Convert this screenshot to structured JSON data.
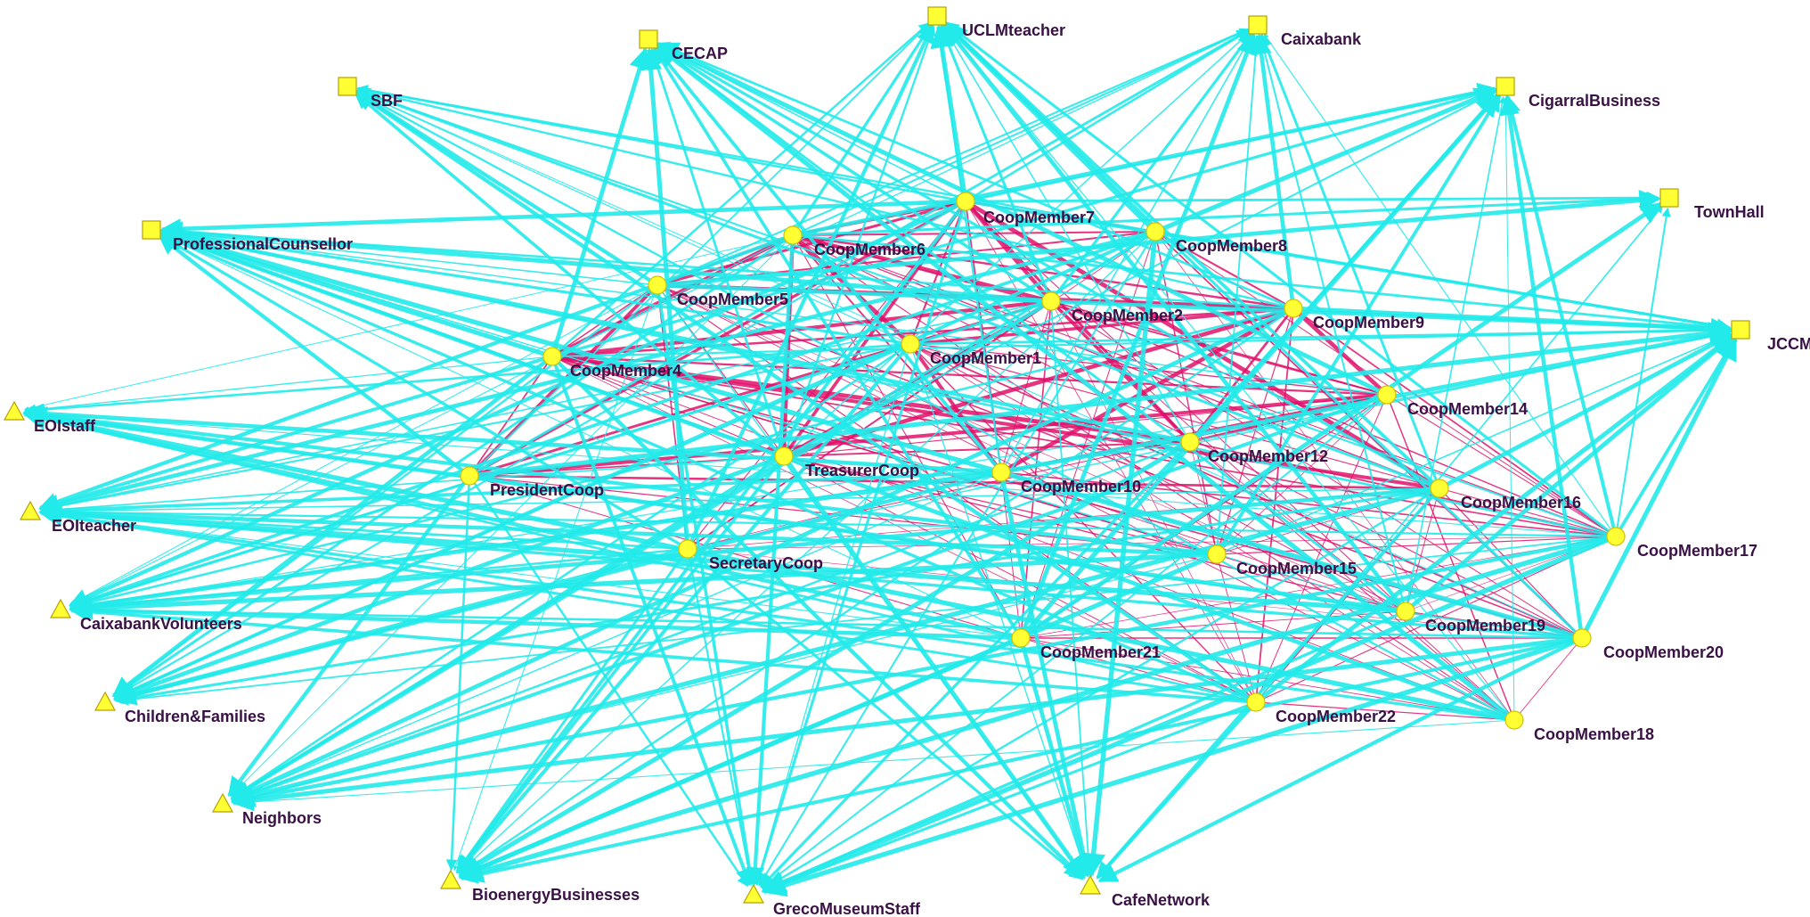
{
  "nodes": [
    {
      "id": "UCLMteacher",
      "label": "UCLMteacher",
      "shape": "square",
      "group": "institution"
    },
    {
      "id": "Caixabank",
      "label": "Caixabank",
      "shape": "square",
      "group": "institution"
    },
    {
      "id": "CECAP",
      "label": "CECAP",
      "shape": "square",
      "group": "institution"
    },
    {
      "id": "SBF",
      "label": "SBF",
      "shape": "square",
      "group": "institution"
    },
    {
      "id": "CigarralBusiness",
      "label": "CigarralBusiness",
      "shape": "square",
      "group": "institution"
    },
    {
      "id": "TownHall",
      "label": "TownHall",
      "shape": "square",
      "group": "institution"
    },
    {
      "id": "ProfessionalCounsellor",
      "label": "ProfessionalCounsellor",
      "shape": "square",
      "group": "institution"
    },
    {
      "id": "JCCM",
      "label": "JCCM",
      "shape": "square",
      "group": "institution"
    },
    {
      "id": "EOIstaff",
      "label": "EOIstaff",
      "shape": "triangle",
      "group": "community"
    },
    {
      "id": "EOIteacher",
      "label": "EOIteacher",
      "shape": "triangle",
      "group": "community"
    },
    {
      "id": "CaixabankVolunteers",
      "label": "CaixabankVolunteers",
      "shape": "triangle",
      "group": "community"
    },
    {
      "id": "Children&Families",
      "label": "Children&Families",
      "shape": "triangle",
      "group": "community"
    },
    {
      "id": "Neighbors",
      "label": "Neighbors",
      "shape": "triangle",
      "group": "community"
    },
    {
      "id": "BioenergyBusinesses",
      "label": "BioenergyBusinesses",
      "shape": "triangle",
      "group": "community"
    },
    {
      "id": "GrecoMuseumStaff",
      "label": "GrecoMuseumStaff",
      "shape": "triangle",
      "group": "community"
    },
    {
      "id": "CafeNetwork",
      "label": "CafeNetwork",
      "shape": "triangle",
      "group": "community"
    },
    {
      "id": "CoopMember7",
      "label": "CoopMember7",
      "shape": "circle",
      "group": "coop"
    },
    {
      "id": "CoopMember6",
      "label": "CoopMember6",
      "shape": "circle",
      "group": "coop"
    },
    {
      "id": "CoopMember8",
      "label": "CoopMember8",
      "shape": "circle",
      "group": "coop"
    },
    {
      "id": "CoopMember5",
      "label": "CoopMember5",
      "shape": "circle",
      "group": "coop"
    },
    {
      "id": "CoopMember2",
      "label": "CoopMember2",
      "shape": "circle",
      "group": "coop"
    },
    {
      "id": "CoopMember9",
      "label": "CoopMember9",
      "shape": "circle",
      "group": "coop"
    },
    {
      "id": "CoopMember1",
      "label": "CoopMember1",
      "shape": "circle",
      "group": "coop"
    },
    {
      "id": "CoopMember4",
      "label": "CoopMember4",
      "shape": "circle",
      "group": "coop"
    },
    {
      "id": "CoopMember14",
      "label": "CoopMember14",
      "shape": "circle",
      "group": "coop"
    },
    {
      "id": "CoopMember12",
      "label": "CoopMember12",
      "shape": "circle",
      "group": "coop"
    },
    {
      "id": "TreasurerCoop",
      "label": "TreasurerCoop",
      "shape": "circle",
      "group": "coop"
    },
    {
      "id": "PresidentCoop",
      "label": "PresidentCoop",
      "shape": "circle",
      "group": "coop"
    },
    {
      "id": "CoopMember10",
      "label": "CoopMember10",
      "shape": "circle",
      "group": "coop"
    },
    {
      "id": "CoopMember16",
      "label": "CoopMember16",
      "shape": "circle",
      "group": "coop"
    },
    {
      "id": "CoopMember17",
      "label": "CoopMember17",
      "shape": "circle",
      "group": "coop"
    },
    {
      "id": "SecretaryCoop",
      "label": "SecretaryCoop",
      "shape": "circle",
      "group": "coop"
    },
    {
      "id": "CoopMember15",
      "label": "CoopMember15",
      "shape": "circle",
      "group": "coop"
    },
    {
      "id": "CoopMember19",
      "label": "CoopMember19",
      "shape": "circle",
      "group": "coop"
    },
    {
      "id": "CoopMember20",
      "label": "CoopMember20",
      "shape": "circle",
      "group": "coop"
    },
    {
      "id": "CoopMember21",
      "label": "CoopMember21",
      "shape": "circle",
      "group": "coop"
    },
    {
      "id": "CoopMember22",
      "label": "CoopMember22",
      "shape": "circle",
      "group": "coop"
    },
    {
      "id": "CoopMember18",
      "label": "CoopMember18",
      "shape": "circle",
      "group": "coop"
    }
  ],
  "colors": {
    "external_edge": "#22eaea",
    "internal_edge": "#e0106a",
    "node_fill": "#ffff33",
    "label": "#3a1145",
    "background": "#ffffff"
  }
}
